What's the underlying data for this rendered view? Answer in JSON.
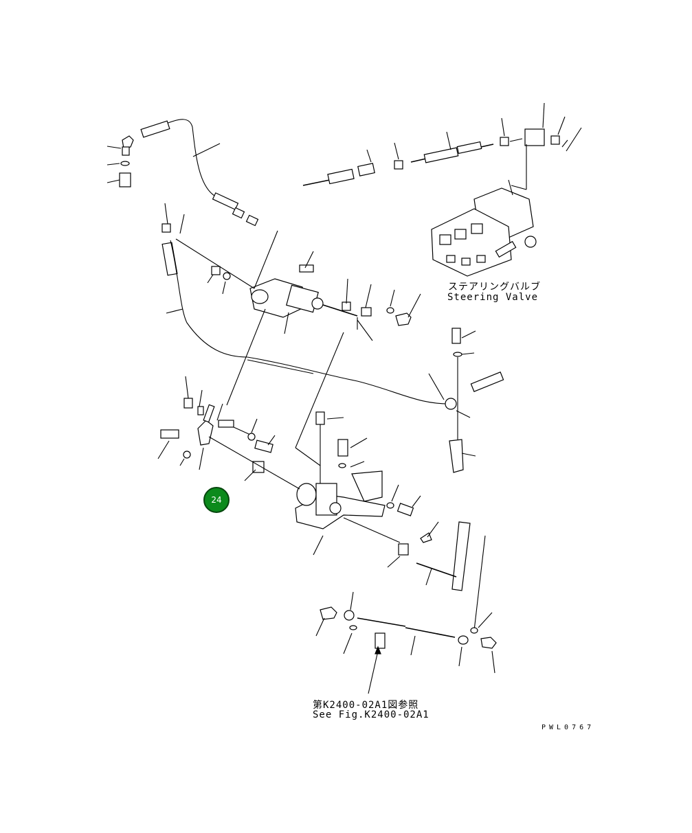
{
  "labels": {
    "steering_valve_jp": "ステアリングバルブ",
    "steering_valve_en": "Steering Valve",
    "see_fig_jp": "第K2400-02A1図参照",
    "see_fig_en": "See Fig.K2400-02A1",
    "drawing_code": "PWL0767"
  },
  "callout": {
    "number": "24",
    "color": "#0c8a1c"
  }
}
